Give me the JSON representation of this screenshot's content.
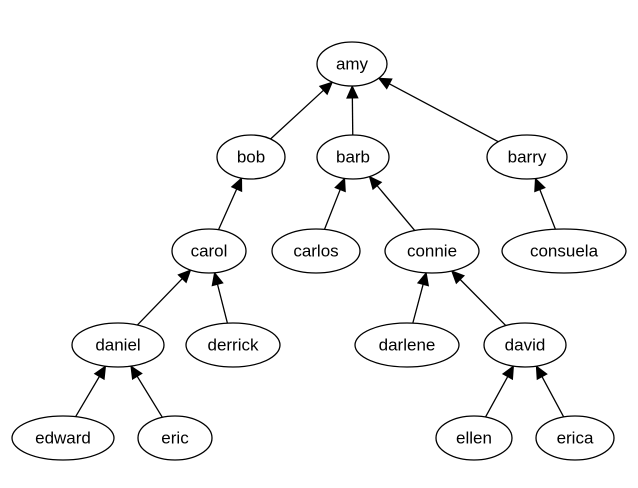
{
  "diagram": {
    "type": "tree",
    "nodes": [
      {
        "id": "amy",
        "label": "amy"
      },
      {
        "id": "bob",
        "label": "bob"
      },
      {
        "id": "barb",
        "label": "barb"
      },
      {
        "id": "barry",
        "label": "barry"
      },
      {
        "id": "carol",
        "label": "carol"
      },
      {
        "id": "carlos",
        "label": "carlos"
      },
      {
        "id": "connie",
        "label": "connie"
      },
      {
        "id": "consuela",
        "label": "consuela"
      },
      {
        "id": "daniel",
        "label": "daniel"
      },
      {
        "id": "derrick",
        "label": "derrick"
      },
      {
        "id": "darlene",
        "label": "darlene"
      },
      {
        "id": "david",
        "label": "david"
      },
      {
        "id": "edward",
        "label": "edward"
      },
      {
        "id": "eric",
        "label": "eric"
      },
      {
        "id": "ellen",
        "label": "ellen"
      },
      {
        "id": "erica",
        "label": "erica"
      }
    ],
    "edges": [
      {
        "from": "bob",
        "to": "amy"
      },
      {
        "from": "barb",
        "to": "amy"
      },
      {
        "from": "barry",
        "to": "amy"
      },
      {
        "from": "carol",
        "to": "bob"
      },
      {
        "from": "carlos",
        "to": "barb"
      },
      {
        "from": "connie",
        "to": "barb"
      },
      {
        "from": "consuela",
        "to": "barry"
      },
      {
        "from": "daniel",
        "to": "carol"
      },
      {
        "from": "derrick",
        "to": "carol"
      },
      {
        "from": "darlene",
        "to": "connie"
      },
      {
        "from": "david",
        "to": "connie"
      },
      {
        "from": "edward",
        "to": "daniel"
      },
      {
        "from": "eric",
        "to": "daniel"
      },
      {
        "from": "ellen",
        "to": "david"
      },
      {
        "from": "erica",
        "to": "david"
      }
    ]
  }
}
